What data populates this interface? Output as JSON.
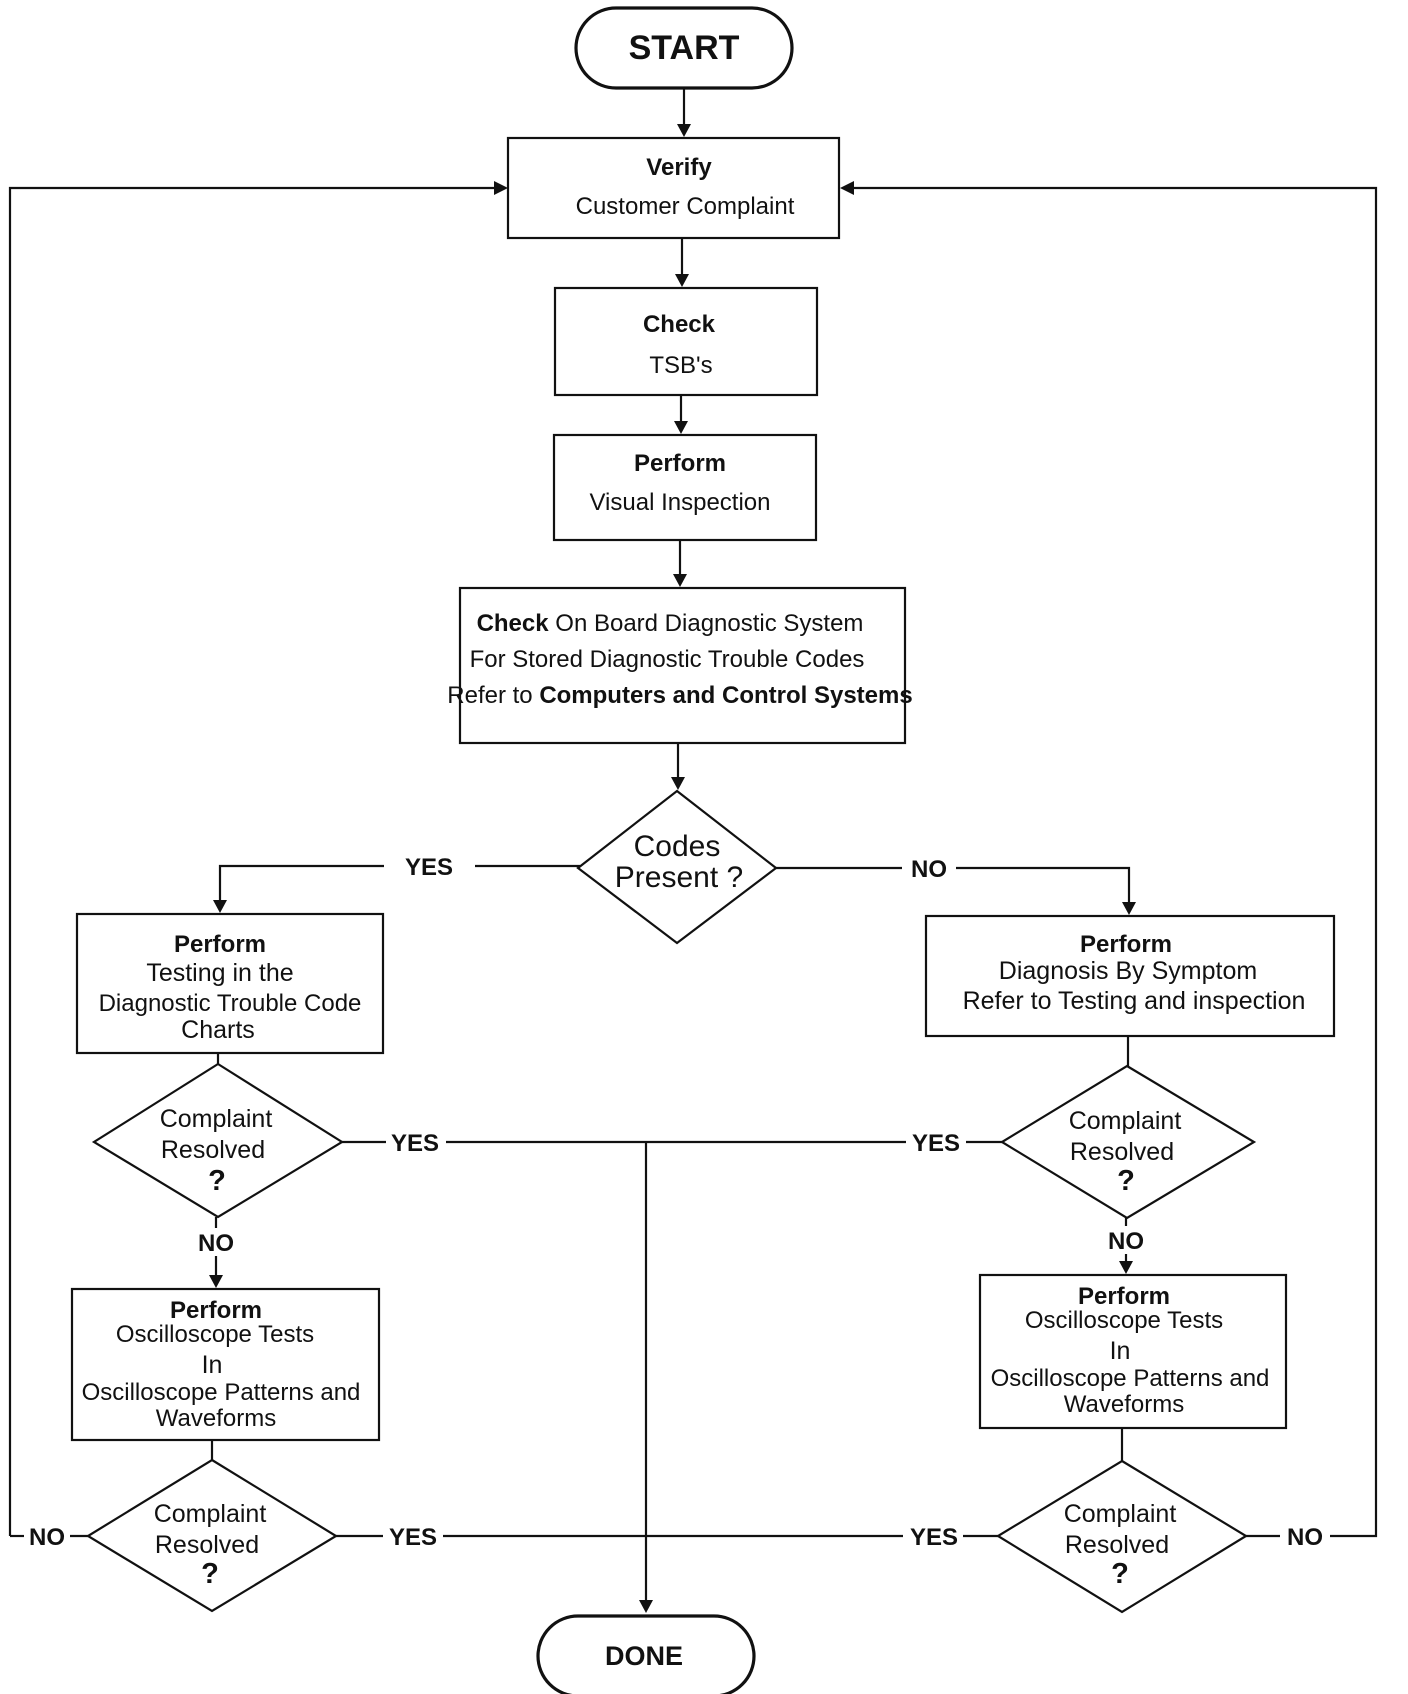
{
  "start": {
    "label": "START"
  },
  "verify": {
    "line1": "Verify",
    "line2": "Customer Complaint"
  },
  "check_tsb": {
    "line1": "Check",
    "line2": "TSB's"
  },
  "visual": {
    "line1": "Perform",
    "line2": "Visual Inspection"
  },
  "obd": {
    "line1_bold": "Check",
    "line1_rest": "On Board Diagnostic System",
    "line2": "For Stored Diagnostic Trouble Codes",
    "line3_prefix": "Refer to",
    "line3_bold": "Computers and Control Systems"
  },
  "codes_present": {
    "line1": "Codes",
    "line2": "Present ?"
  },
  "dtc_testing": {
    "line1": "Perform",
    "line2": "Testing in the",
    "line3": "Diagnostic Trouble Code",
    "line4": "Charts"
  },
  "symptom": {
    "line1": "Perform",
    "line2": "Diagnosis By Symptom",
    "line3": "Refer to Testing and inspection"
  },
  "resolved_left_1": {
    "line1": "Complaint",
    "line2": "Resolved",
    "q": "?"
  },
  "resolved_right_1": {
    "line1": "Complaint",
    "line2": "Resolved",
    "q": "?"
  },
  "scope_left": {
    "line1": "Perform",
    "line2": "Oscilloscope Tests",
    "line3": "In",
    "line4": "Oscilloscope Patterns and",
    "line5": "Waveforms"
  },
  "scope_right": {
    "line1": "Perform",
    "line2": "Oscilloscope Tests",
    "line3": "In",
    "line4": "Oscilloscope Patterns and",
    "line5": "Waveforms"
  },
  "resolved_left_2": {
    "line1": "Complaint",
    "line2": "Resolved",
    "q": "?"
  },
  "resolved_right_2": {
    "line1": "Complaint",
    "line2": "Resolved",
    "q": "?"
  },
  "done": {
    "label": "DONE"
  },
  "edges": {
    "codes_yes": "YES",
    "codes_no": "NO",
    "left1_yes": "YES",
    "left1_no": "NO",
    "right1_yes": "YES",
    "right1_no": "NO",
    "left2_yes": "YES",
    "left2_no": "NO",
    "right2_yes": "YES",
    "right2_no": "NO"
  },
  "colors": {
    "stroke": "#111111",
    "background": "#ffffff"
  }
}
